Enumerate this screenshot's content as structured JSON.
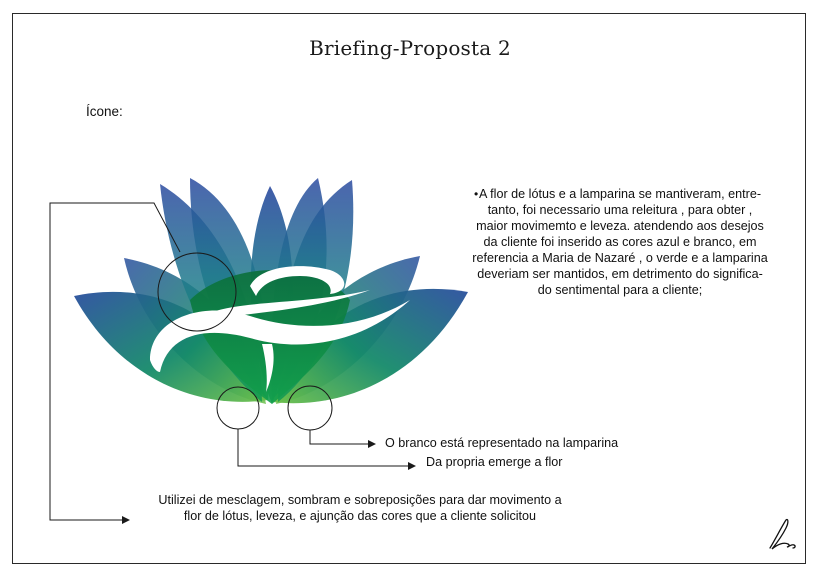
{
  "page": {
    "title": "Briefing-Proposta 2",
    "icon_label": "Ícone:"
  },
  "description": {
    "bullet": "•",
    "lines": [
      "A flor de lótus e a lamparina se mantiveram, entre-",
      "tanto, foi necessario uma releitura , para obter ,",
      "maior movimemto e leveza. atendendo aos desejos",
      "da cliente foi inserido as cores azul e branco, em",
      "referencia a Maria de Nazaré , o verde e a lamparina",
      "deveriam ser mantidos, em detrimento do significa-",
      "do sentimental para a cliente;"
    ]
  },
  "annotations": {
    "white_lamp": "O branco está representado na lamparina",
    "from_flower": "Da propria emerge a flor",
    "blend_lines": [
      "Utilizei de mesclagem, sombram e sobreposições para dar movimento a",
      "flor de lótus, leveza, e ajunção das cores que a cliente solicitou"
    ]
  },
  "colors": {
    "blue": "#2a4f9e",
    "green": "#0f9a50",
    "light_green": "#6cc04a",
    "dark_green": "#0a6e3a",
    "white": "#ffffff",
    "line": "#1a1a1a"
  }
}
